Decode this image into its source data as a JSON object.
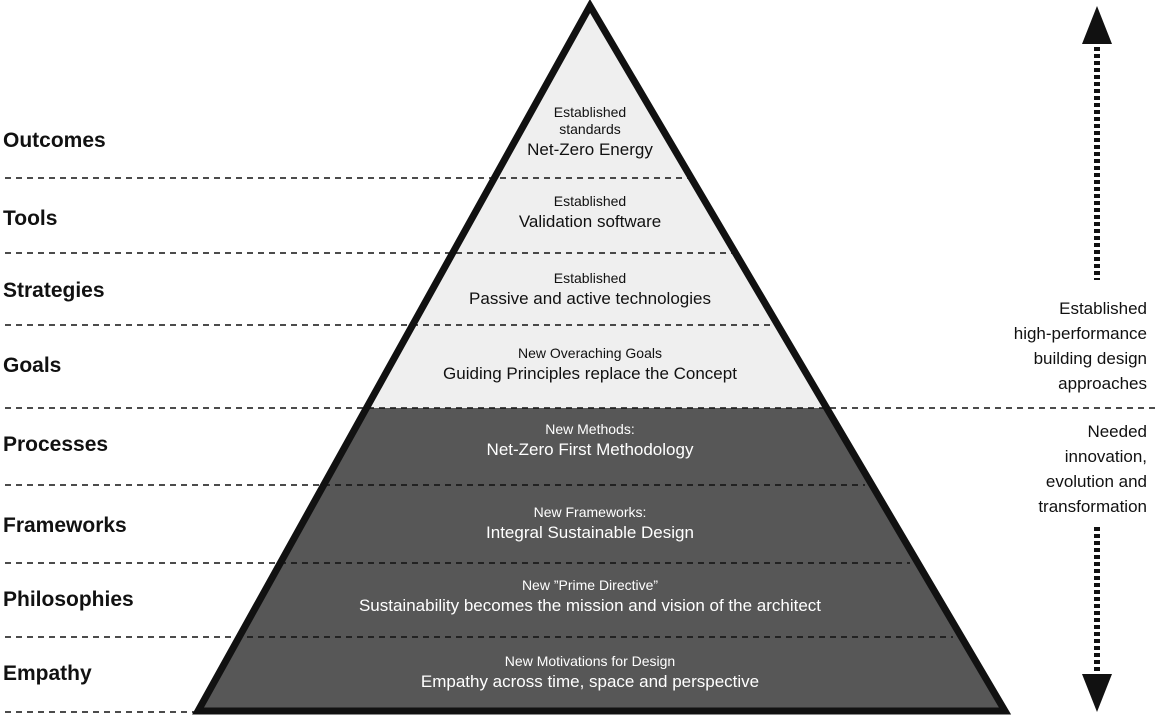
{
  "levels": [
    {
      "label": "Outcomes",
      "small": "Established",
      "small2": "standards",
      "main": "Net-Zero Energy",
      "shade": "light"
    },
    {
      "label": "Tools",
      "small": "Established",
      "main": "Validation software",
      "shade": "light"
    },
    {
      "label": "Strategies",
      "small": "Established",
      "main": "Passive and active technologies",
      "shade": "light"
    },
    {
      "label": "Goals",
      "small": "New Overaching Goals",
      "main": "Guiding Principles replace the Concept",
      "shade": "light"
    },
    {
      "label": "Processes",
      "small": "New Methods:",
      "main": "Net-Zero First Methodology",
      "shade": "dark"
    },
    {
      "label": "Frameworks",
      "small": "New Frameworks:",
      "main": "Integral Sustainable Design",
      "shade": "dark"
    },
    {
      "label": "Philosophies",
      "small": "New ”Prime Directive”",
      "main": "Sustainability becomes the  mission and vision of the architect",
      "shade": "dark"
    },
    {
      "label": "Empathy",
      "small": "New Motivations for Design",
      "main": "Empathy across time, space and perspective",
      "shade": "dark"
    }
  ],
  "side": {
    "established": [
      "Established",
      "high-performance",
      "building design",
      "approaches"
    ],
    "needed": [
      "Needed",
      "innovation,",
      "evolution and",
      "transformation"
    ]
  },
  "colors": {
    "light_fill": "#efefef",
    "dark_fill": "#575757",
    "outline": "#111111"
  },
  "icons": {
    "up_arrow": "up-arrow-icon",
    "down_arrow": "down-arrow-icon"
  }
}
